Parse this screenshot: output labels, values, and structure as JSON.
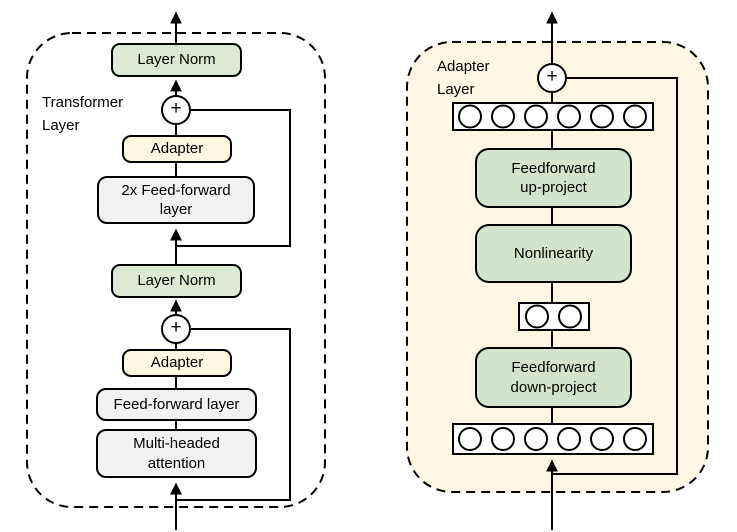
{
  "colors": {
    "panel_cream": "#FBF7E2",
    "box_green_left": "#DCEAD4",
    "box_green_right": "#D3E4CB",
    "box_yellow": "#FDF8E2",
    "box_gray": "#F2F2F2",
    "stroke": "#000000"
  },
  "left_panel": {
    "label": "Transformer\nLayer",
    "layer_norm_top": "Layer Norm",
    "plus_top": "+",
    "adapter_top": "Adapter",
    "feedforward_2x": "2x Feed-forward\nlayer",
    "layer_norm_bottom": "Layer Norm",
    "plus_bottom": "+",
    "adapter_bottom": "Adapter",
    "feedforward": "Feed-forward layer",
    "attention": "Multi-headed\nattention"
  },
  "right_panel": {
    "label": "Adapter\nLayer",
    "plus": "+",
    "feedforward_up": "Feedforward\nup-project",
    "nonlinearity": "Nonlinearity",
    "feedforward_down": "Feedforward\ndown-project"
  }
}
